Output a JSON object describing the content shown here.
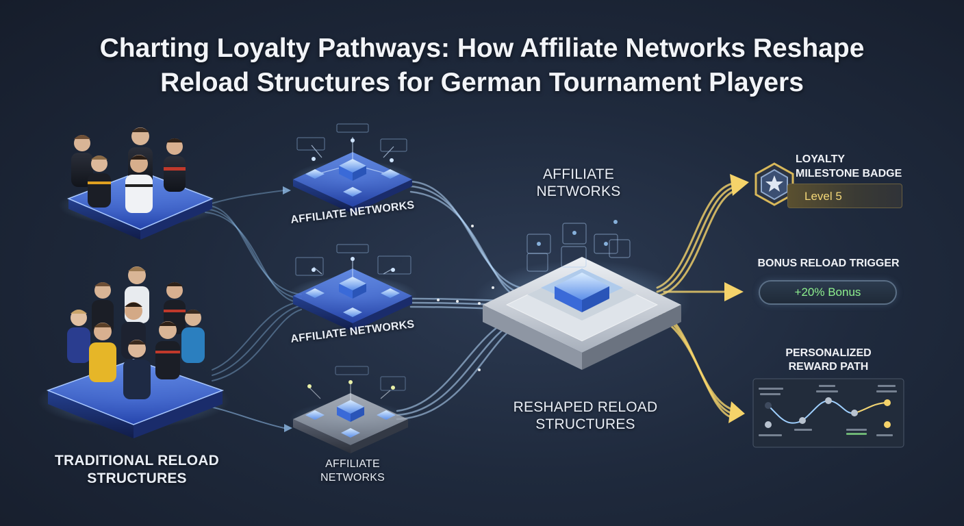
{
  "title": {
    "line1": "Charting Loyalty Pathways: How Affiliate Networks Reshape",
    "line2": "Reload Structures for German Tournament Players"
  },
  "labels": {
    "traditional_line1": "TRADITIONAL RELOAD",
    "traditional_line2": "STRUCTURES",
    "affiliate_top": "AFFILIATE NETWORKS",
    "affiliate_middle": "AFFILIATE NETWORKS",
    "affiliate_bottom_line1": "AFFILIATE",
    "affiliate_bottom_line2": "NETWORKS",
    "affiliate_center_line1": "AFFILIATE",
    "affiliate_center_line2": "NETWORKS",
    "reshaped_line1": "RESHAPED RELOAD",
    "reshaped_line2": "STRUCTURES"
  },
  "outputs": {
    "loyalty": {
      "title_line1": "LOYALTY",
      "title_line2": "MILESTONE BADGE",
      "level": "Level 5"
    },
    "bonus": {
      "title": "BONUS RELOAD TRIGGER",
      "value": "+20% Bonus"
    },
    "reward": {
      "title_line1": "PERSONALIZED",
      "title_line2": "REWARD PATH"
    }
  },
  "colors": {
    "background": "#1f2a3d",
    "flow_blue": "#9fd0ff",
    "flow_gold": "#f5d36a",
    "platform_blue": "#3a6ff0",
    "bonus_green": "#8ef08e",
    "badge_gold": "#f3d778"
  }
}
